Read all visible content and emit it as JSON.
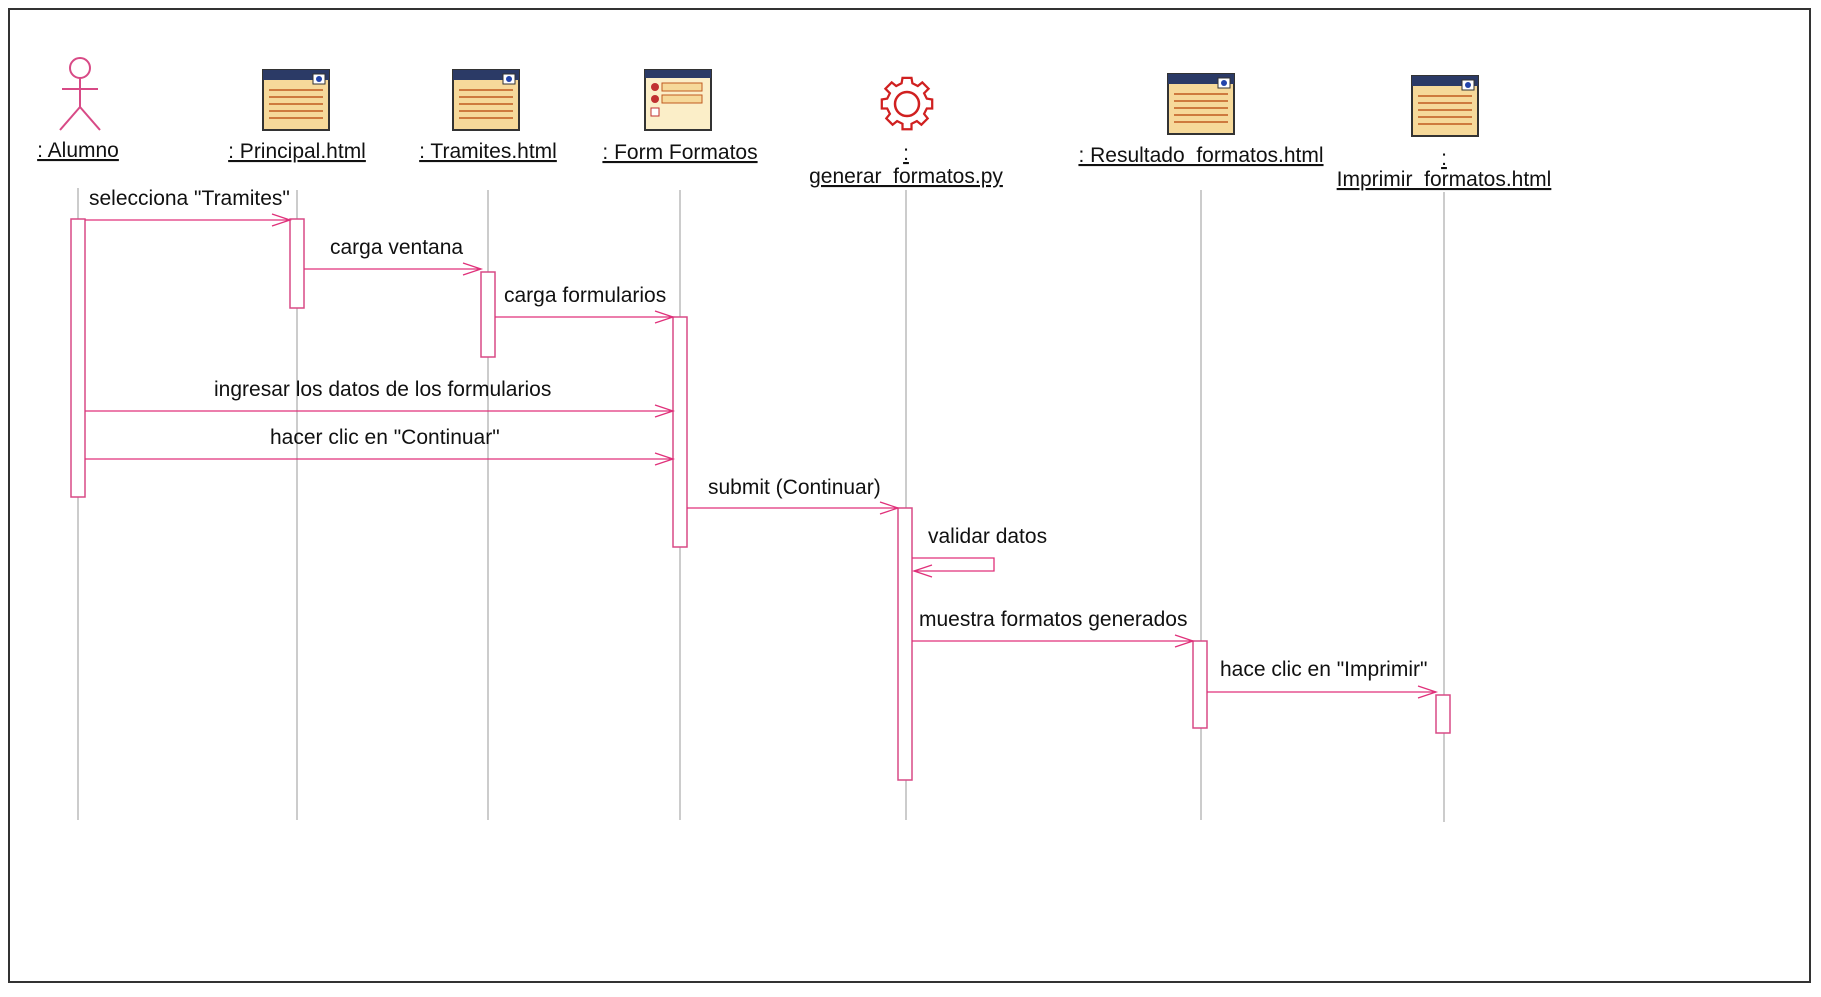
{
  "diagram": {
    "participants": [
      {
        "id": "alumno",
        "label": ": Alumno",
        "icon": "actor-icon"
      },
      {
        "id": "principal",
        "label": ": Principal.html",
        "icon": "html-page-icon"
      },
      {
        "id": "tramites",
        "label": ": Tramites.html",
        "icon": "html-page-icon"
      },
      {
        "id": "form",
        "label": ": Form Formatos",
        "icon": "form-icon"
      },
      {
        "id": "generar",
        "label_line1": ":",
        "label_line2": "generar_formatos.py",
        "icon": "gear-icon"
      },
      {
        "id": "resultado",
        "label": ": Resultado_formatos.html",
        "icon": "html-page-icon"
      },
      {
        "id": "imprimir",
        "label_line1": ":",
        "label_line2": "Imprimir_formatos.html",
        "icon": "html-page-icon"
      }
    ],
    "messages": [
      {
        "from": "alumno",
        "to": "principal",
        "label": "selecciona \"Tramites\""
      },
      {
        "from": "principal",
        "to": "tramites",
        "label": "carga ventana"
      },
      {
        "from": "tramites",
        "to": "form",
        "label": "carga formularios"
      },
      {
        "from": "alumno",
        "to": "form",
        "label": "ingresar los datos de los formularios"
      },
      {
        "from": "alumno",
        "to": "form",
        "label": "hacer clic en \"Continuar\""
      },
      {
        "from": "form",
        "to": "generar",
        "label": "submit (Continuar)"
      },
      {
        "from": "generar",
        "to": "generar",
        "label": "validar datos"
      },
      {
        "from": "generar",
        "to": "resultado",
        "label": "muestra formatos generados"
      },
      {
        "from": "resultado",
        "to": "imprimir",
        "label": "hace clic en \"Imprimir\""
      }
    ],
    "colors": {
      "message_line": "#e0307a",
      "lifeline": "#9a9a9a",
      "activation_border": "#d84a86",
      "icon_fill": "#f6d99a",
      "icon_header": "#2b3a66",
      "gear": "#d02020"
    }
  }
}
